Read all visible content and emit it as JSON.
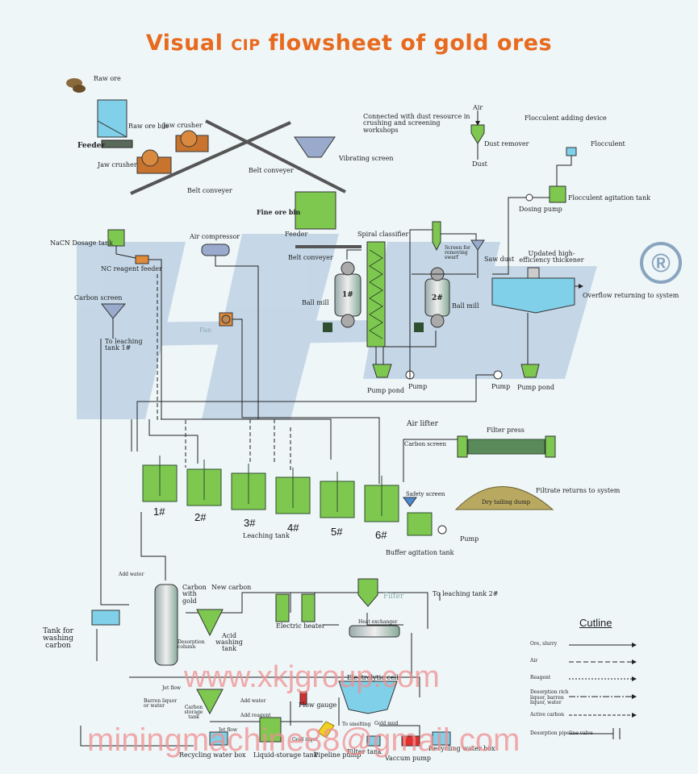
{
  "title": {
    "prefix": "Visual",
    "mid": "CIP",
    "suffix": "flowsheet of gold ores"
  },
  "labels": {
    "raw_ore": "Raw ore",
    "raw_ore_bin": "Raw ore bin",
    "jaw_crusher_top": "Jaw crusher",
    "feeder": "Feeder",
    "jaw_crusher": "Jaw crusher",
    "belt_conveyer_1": "Belt conveyer",
    "belt_conveyer_2": "Belt conveyer",
    "vibrating_screen": "Vibrating screen",
    "fine_ore_bin": "Fine ore bin",
    "feeder2": "Feeder",
    "belt_conveyer_3": "Belt conveyer",
    "dust_connect": "Connected with dust resource in crushing and screening workshops",
    "air": "Air",
    "dust_remover": "Dust remover",
    "dust": "Dust",
    "flocculent_adding": "Flocculent adding device",
    "flocculent": "Flocculent",
    "flocculent_agitation": "Flocculent agitation tank",
    "dosing_pump": "Dosing pump",
    "spiral_classifier": "Spiral classifier",
    "nacn_tank": "NaCN Dosage tank",
    "air_compressor": "Air compressor",
    "nc_feeder": "NC reagent feeder",
    "carbon_screen": "Carbon screen",
    "to_leaching_1": "To leaching tank 1#",
    "fan": "Fan",
    "ball_mill_1": "Ball mill",
    "ball_mill_2": "Ball mill",
    "mill_1": "1#",
    "mill_2": "2#",
    "screen_for_swarf": "Screen for removing swarf",
    "saw_dust": "Saw dust",
    "thickener": "Updated high-efficiency thickener",
    "overflow": "Overflow returning to system",
    "pump_pond_1": "Pump pond",
    "pump_1": "Pump",
    "pump_2": "Pump",
    "pump_pond_2": "Pump pond",
    "air_lifter": "Air lifter",
    "filter_press": "Filter press",
    "carbon_screen_2": "Carbon screen",
    "safety_screen": "Safety screen",
    "filtrate": "Filtrate returns to system",
    "dry_tailing": "Dry tailing dump",
    "leaching_tank": "Leaching tank",
    "buffer_tank": "Buffer agitation tank",
    "pump_3": "Pump",
    "add_water": "Add water",
    "carbon_with_gold": "Carbon with gold",
    "new_carbon": "New carbon",
    "tank_washing": "Tank for washing carbon",
    "desorption_column": "Desorption column",
    "acid_washing": "Acid washing tank",
    "filter": "Filter",
    "to_leaching_2": "To leaching tank 2#",
    "electric_heater": "Electric heater",
    "heat_exchanger": "Heat exchanger",
    "electrolytic_cell": "Electrolytic cell",
    "jet_flow": "Jet flow",
    "barren_liquor": "Barren liquor or water",
    "carbon_storage": "Carbon storage tank",
    "add_water_2": "Add water",
    "add_reagent": "Add reagent",
    "flow_gauge": "Flow gauge",
    "to_smelting": "To smelting",
    "gold_mud": "Gold mud",
    "gold_ingot": "Gold ingot",
    "jet_flow_2": "Jet flow",
    "recycling_box_1": "Recycling water box",
    "liquid_storage": "Liquid-storage tank",
    "pipeline_pump": "Pipeline pump",
    "filter_tank": "Filter tank",
    "vaccum_pump": "Vaccum pump",
    "recycling_box_2": "Recycling water box"
  },
  "tank_numbers": [
    "1#",
    "2#",
    "3#",
    "4#",
    "5#",
    "6#"
  ],
  "legend": {
    "title": "Cutline",
    "items": [
      "Ore, slurry",
      "Air",
      "Reagent",
      "Desorption rich liquor, barren liquor, water",
      "Active carbon",
      "Desorption pipeline valve"
    ]
  },
  "watermarks": {
    "site": "www.xkjgroup.com",
    "email": "miningmachine88@gmail.com",
    "reg": "®"
  },
  "colors": {
    "title": "#e86a1e",
    "equipment_green": "#7ec850",
    "equipment_dark": "#2f4f2f",
    "crusher": "#c8742e",
    "lines": "#222222"
  }
}
